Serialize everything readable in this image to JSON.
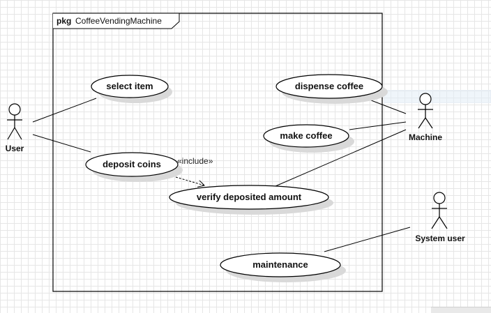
{
  "package": {
    "keyword": "pkg",
    "name": "CoffeeVendingMachine"
  },
  "actors": {
    "user": "User",
    "machine": "Machine",
    "system_user": "System user"
  },
  "use_cases": {
    "select_item": "select item",
    "deposit_coins": "deposit coins",
    "verify_deposited_amount": "verify deposited amount",
    "dispense_coffee": "dispense coffee",
    "make_coffee": "make coffee",
    "maintenance": "maintenance"
  },
  "relationships": {
    "include_label": "«include»"
  },
  "colors": {
    "stroke": "#000000",
    "ellipse_fill": "#ffffff",
    "shadow": "#d9d9d9"
  }
}
